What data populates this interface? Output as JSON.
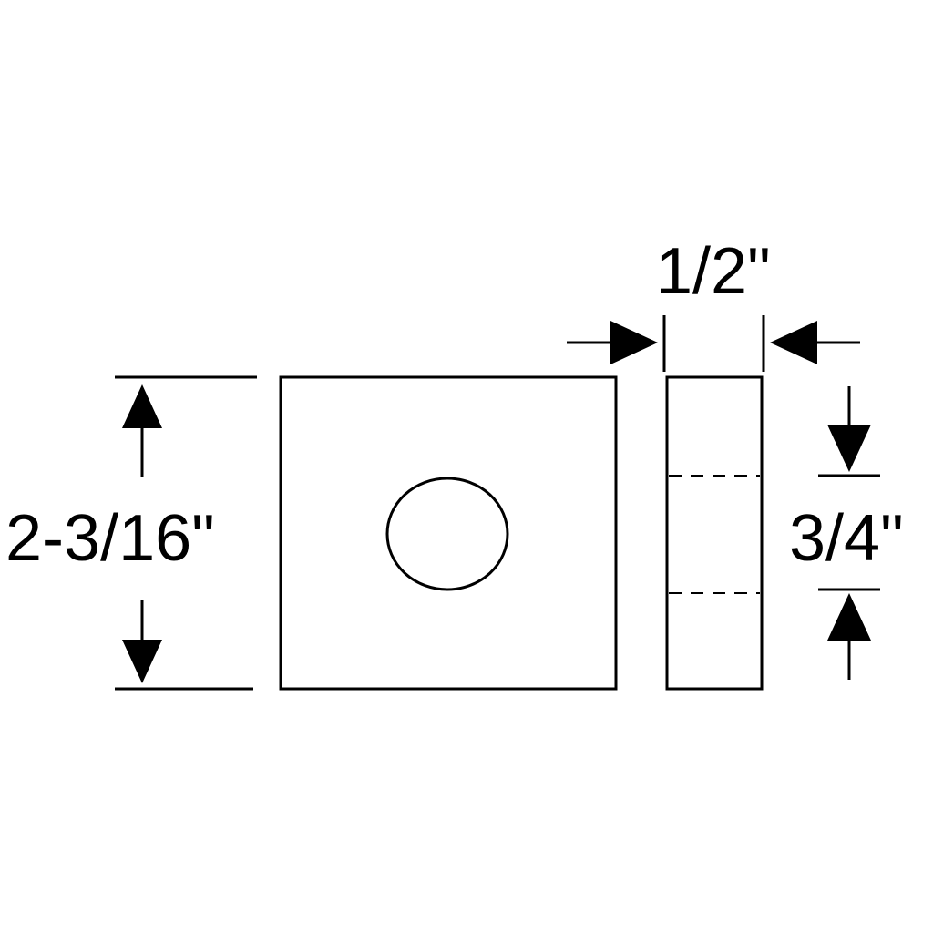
{
  "dimensions": {
    "overall_height": "2-3/16\"",
    "thickness": "1/2\"",
    "hole_diameter": "3/4\""
  },
  "colors": {
    "line": "#000000",
    "background": "#ffffff"
  }
}
